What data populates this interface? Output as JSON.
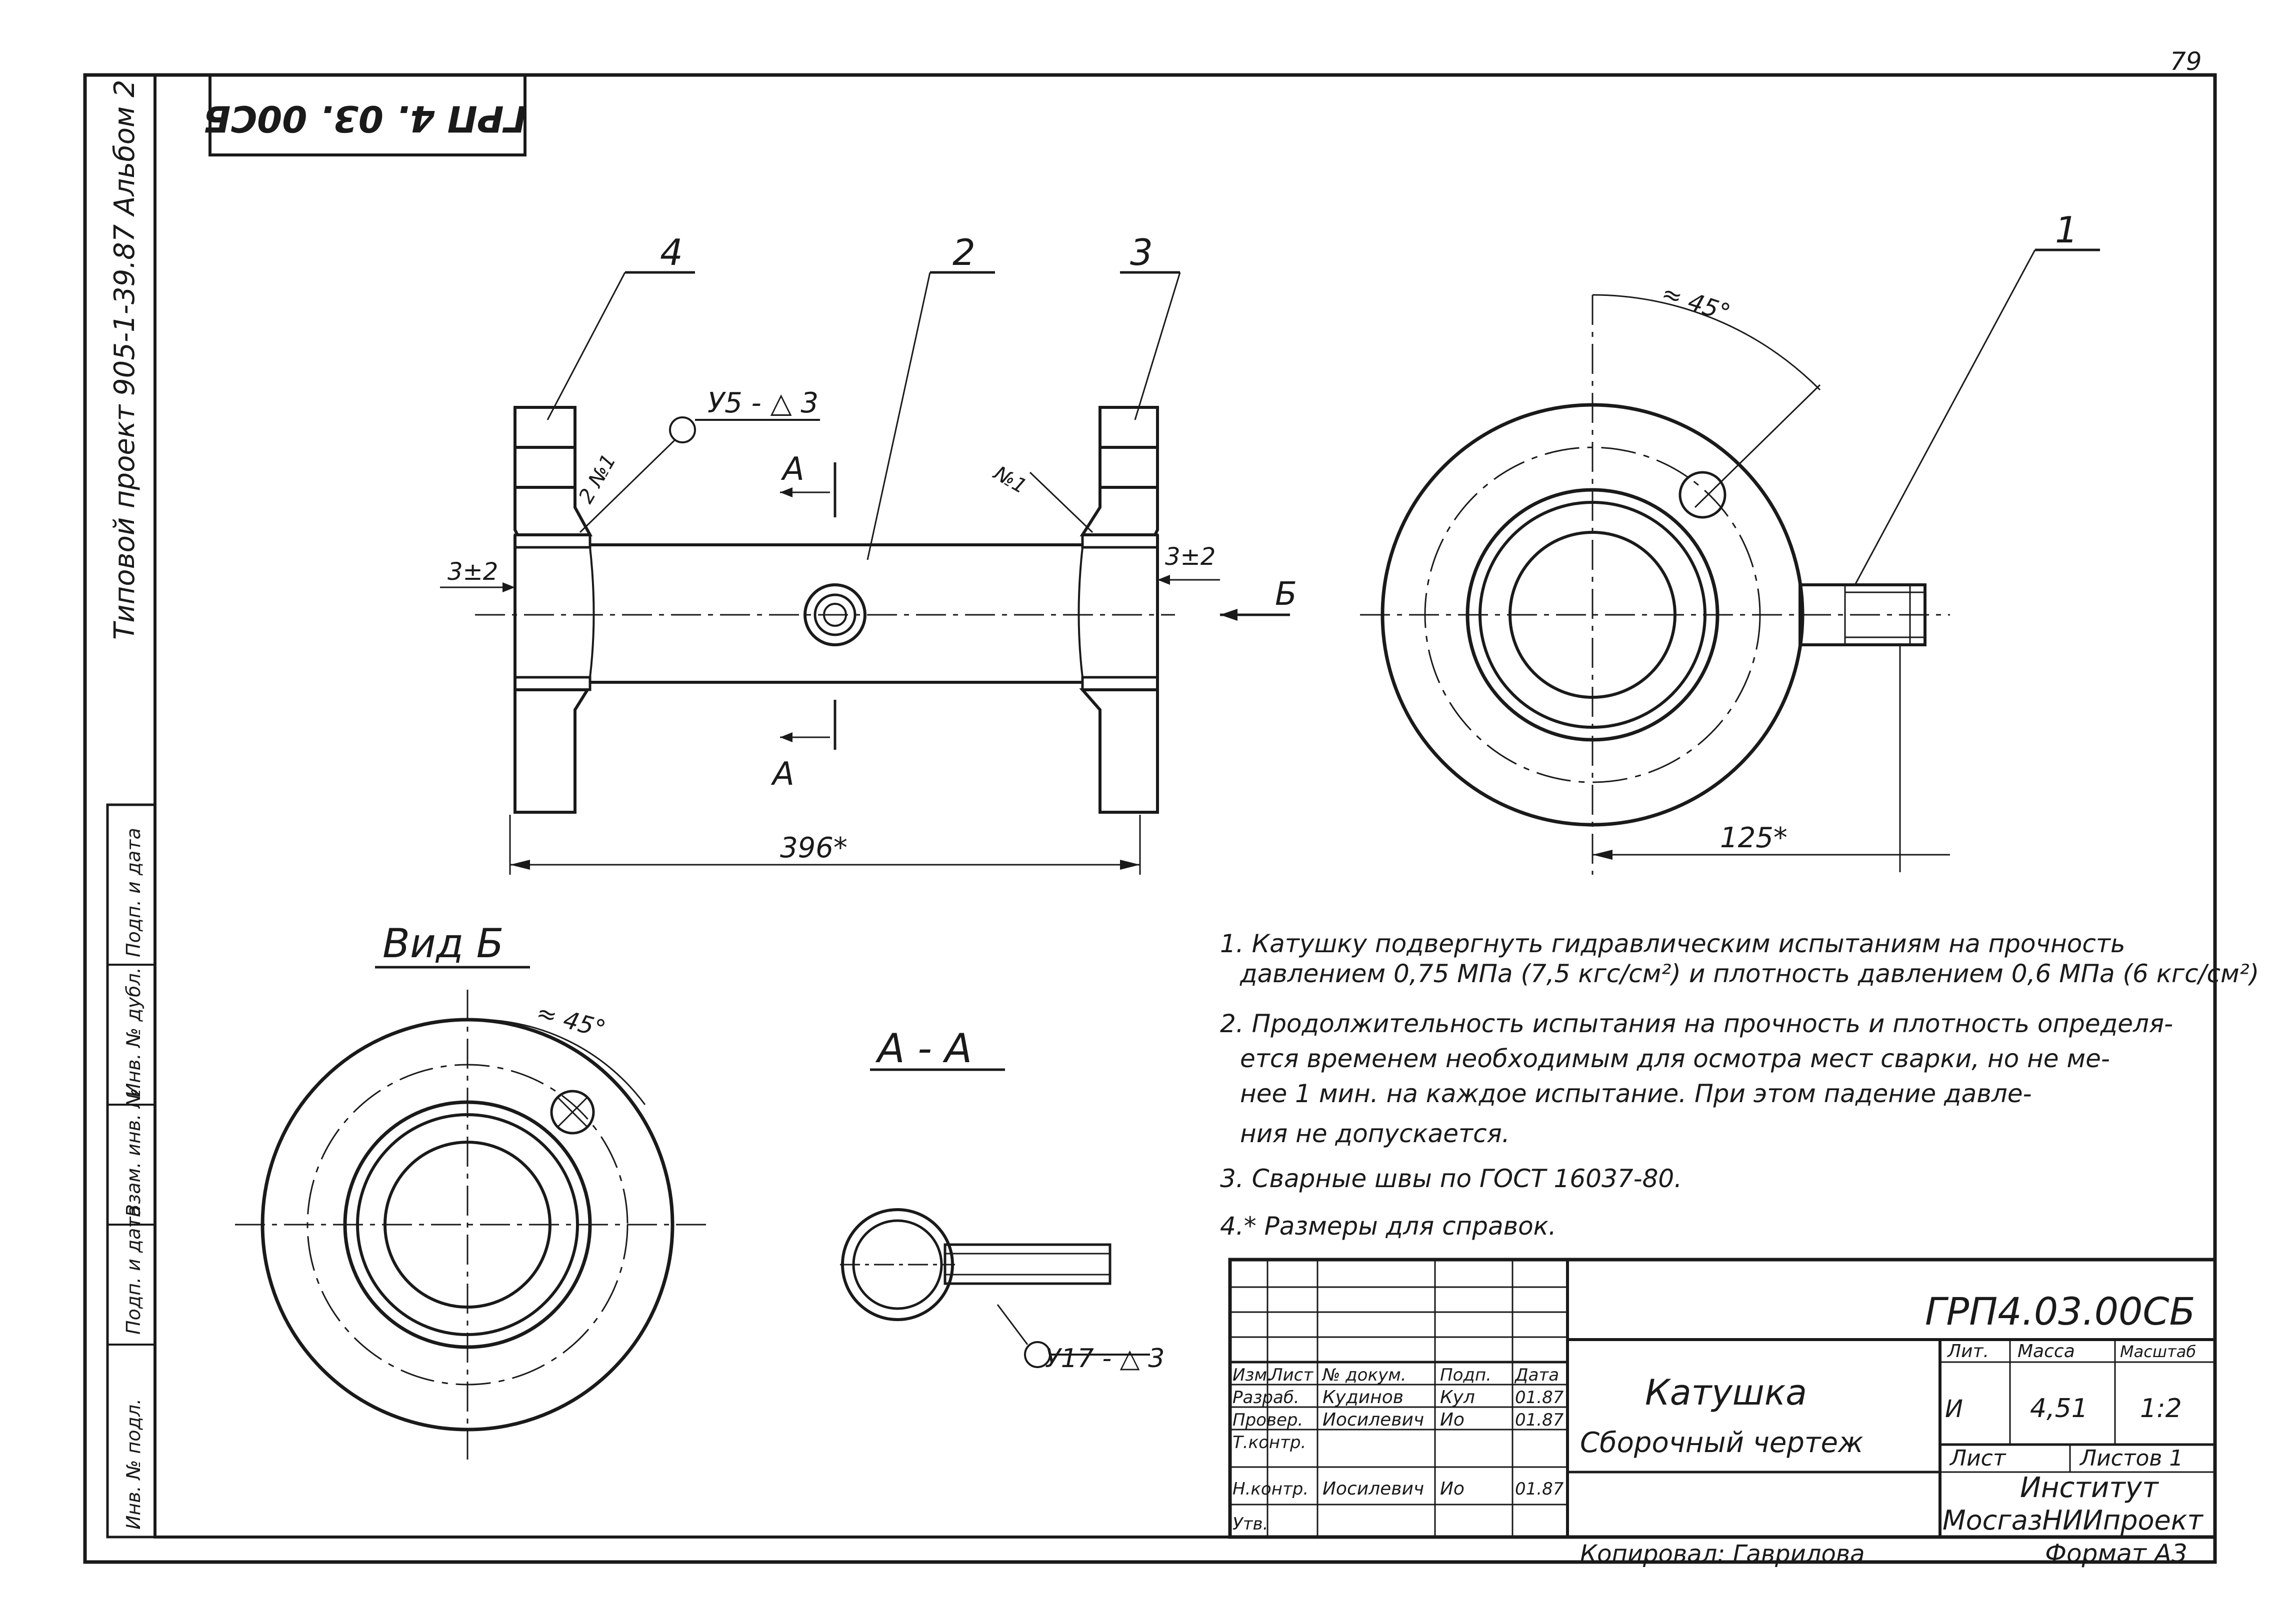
{
  "sheet": {
    "page_number": "79",
    "format_label": "Формат А3",
    "copied_by": "Копировал: Гаврилова"
  },
  "stamp_top": {
    "code_rotated": "ГРП 4. 03. 00СБ"
  },
  "left_margin": {
    "project": "Типовой проект 905-1-39.87 Альбом 2",
    "fields": [
      "Инв. № подл.",
      "Подп. и дата",
      "Взам. инв. №",
      "Инв. № дубл.",
      "Подп. и дата"
    ]
  },
  "drawing": {
    "callouts": [
      "4",
      "2",
      "3",
      "1"
    ],
    "weld_symbol_top": "У5 - △ 3",
    "weld_symbol_section": "У17 - △ 3",
    "weld_mark_left": "2 №1",
    "weld_mark_right": "№1",
    "gap_left": "3±2",
    "gap_right": "3±2",
    "section_marker": "А",
    "view_marker": "Б",
    "dimension_length": "396*",
    "dimension_radius": "125*",
    "angle_top": "≈ 45°",
    "angle_view": "≈ 45°",
    "view_b_title": "Вид Б",
    "section_title": "А - А"
  },
  "notes": [
    "1. Катушку подвергнуть гидравлическим испытаниям на прочность",
    "давлением 0,75 МПа (7,5 кгс/см²) и плотность давлением 0,6 МПа (6 кгс/см²)",
    "2. Продолжительность испытания на прочность и плотность определя-",
    "ется временем необходимым для осмотра мест сварки, но не ме-",
    "нее 1 мин. на каждое испытание. При этом падение давле-",
    "ния не допускается.",
    "3. Сварные швы по ГОСТ 16037-80.",
    "4.* Размеры для справок."
  ],
  "title_block": {
    "designation": "ГРП4.03.00СБ",
    "name_line1": "Катушка",
    "name_line2": "Сборочный чертеж",
    "col_headers": [
      "Изм.",
      "Лист",
      "№ докум.",
      "Подп.",
      "Дата"
    ],
    "rows": [
      {
        "role": "Разраб.",
        "name": "Кудинов",
        "sign": "Кул",
        "date": "01.87"
      },
      {
        "role": "Провер.",
        "name": "Иосилевич",
        "sign": "Ио",
        "date": "01.87"
      },
      {
        "role": "Т.контр.",
        "name": "",
        "sign": "",
        "date": ""
      },
      {
        "role": "Н.контр.",
        "name": "Иосилевич",
        "sign": "Ио",
        "date": "01.87"
      },
      {
        "role": "Утв.",
        "name": "",
        "sign": "",
        "date": ""
      }
    ],
    "lit_label": "Лит.",
    "lit_value": "И",
    "mass_label": "Масса",
    "mass_value": "4,51",
    "scale_label": "Масштаб",
    "scale_value": "1:2",
    "sheet_label": "Лист",
    "sheets_label": "Листов 1",
    "org_line1": "Институт",
    "org_line2": "МосгазНИИпроект"
  }
}
